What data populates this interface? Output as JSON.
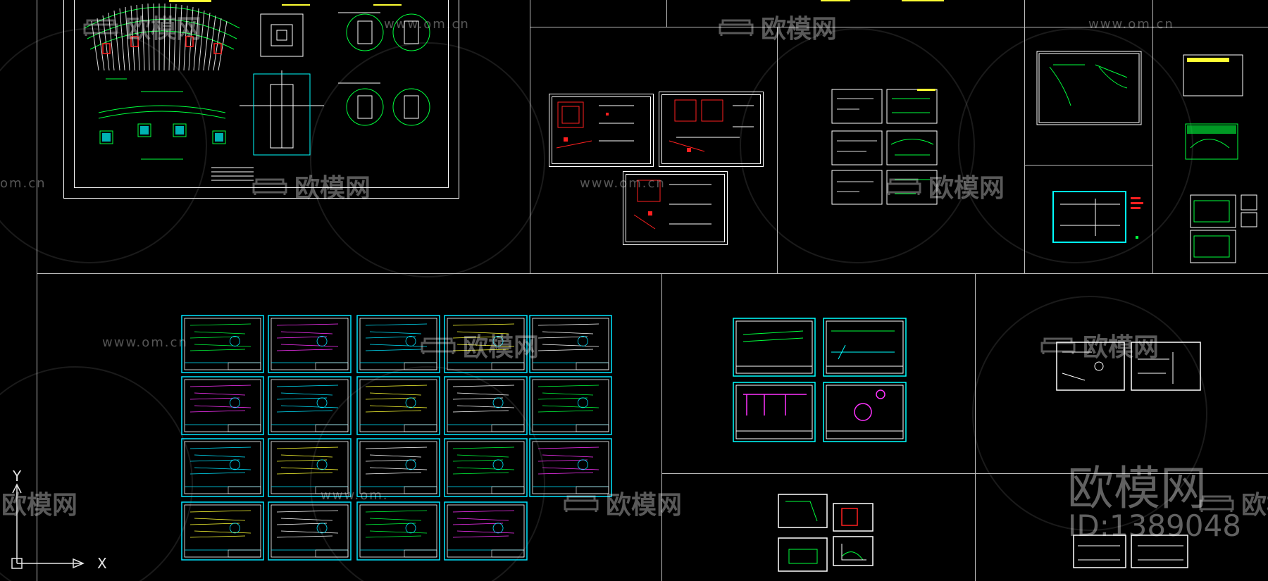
{
  "watermark": {
    "site": "www.om.cn",
    "site_cut_left": "om.cn",
    "site_cut_mid": "www.om.",
    "brand": "欧模网",
    "brand_big": "欧模网",
    "id_text": "ID:1389048"
  },
  "axis": {
    "y_label": "Y",
    "x_label": "X"
  },
  "colors": {
    "background": "#000000",
    "divider": "#bdbdbd",
    "cyan": "#00e5ff",
    "green": "#00ff3c",
    "red": "#ff2020",
    "magenta": "#ff33ff",
    "white": "#ffffff",
    "yellow": "#ffff33"
  }
}
